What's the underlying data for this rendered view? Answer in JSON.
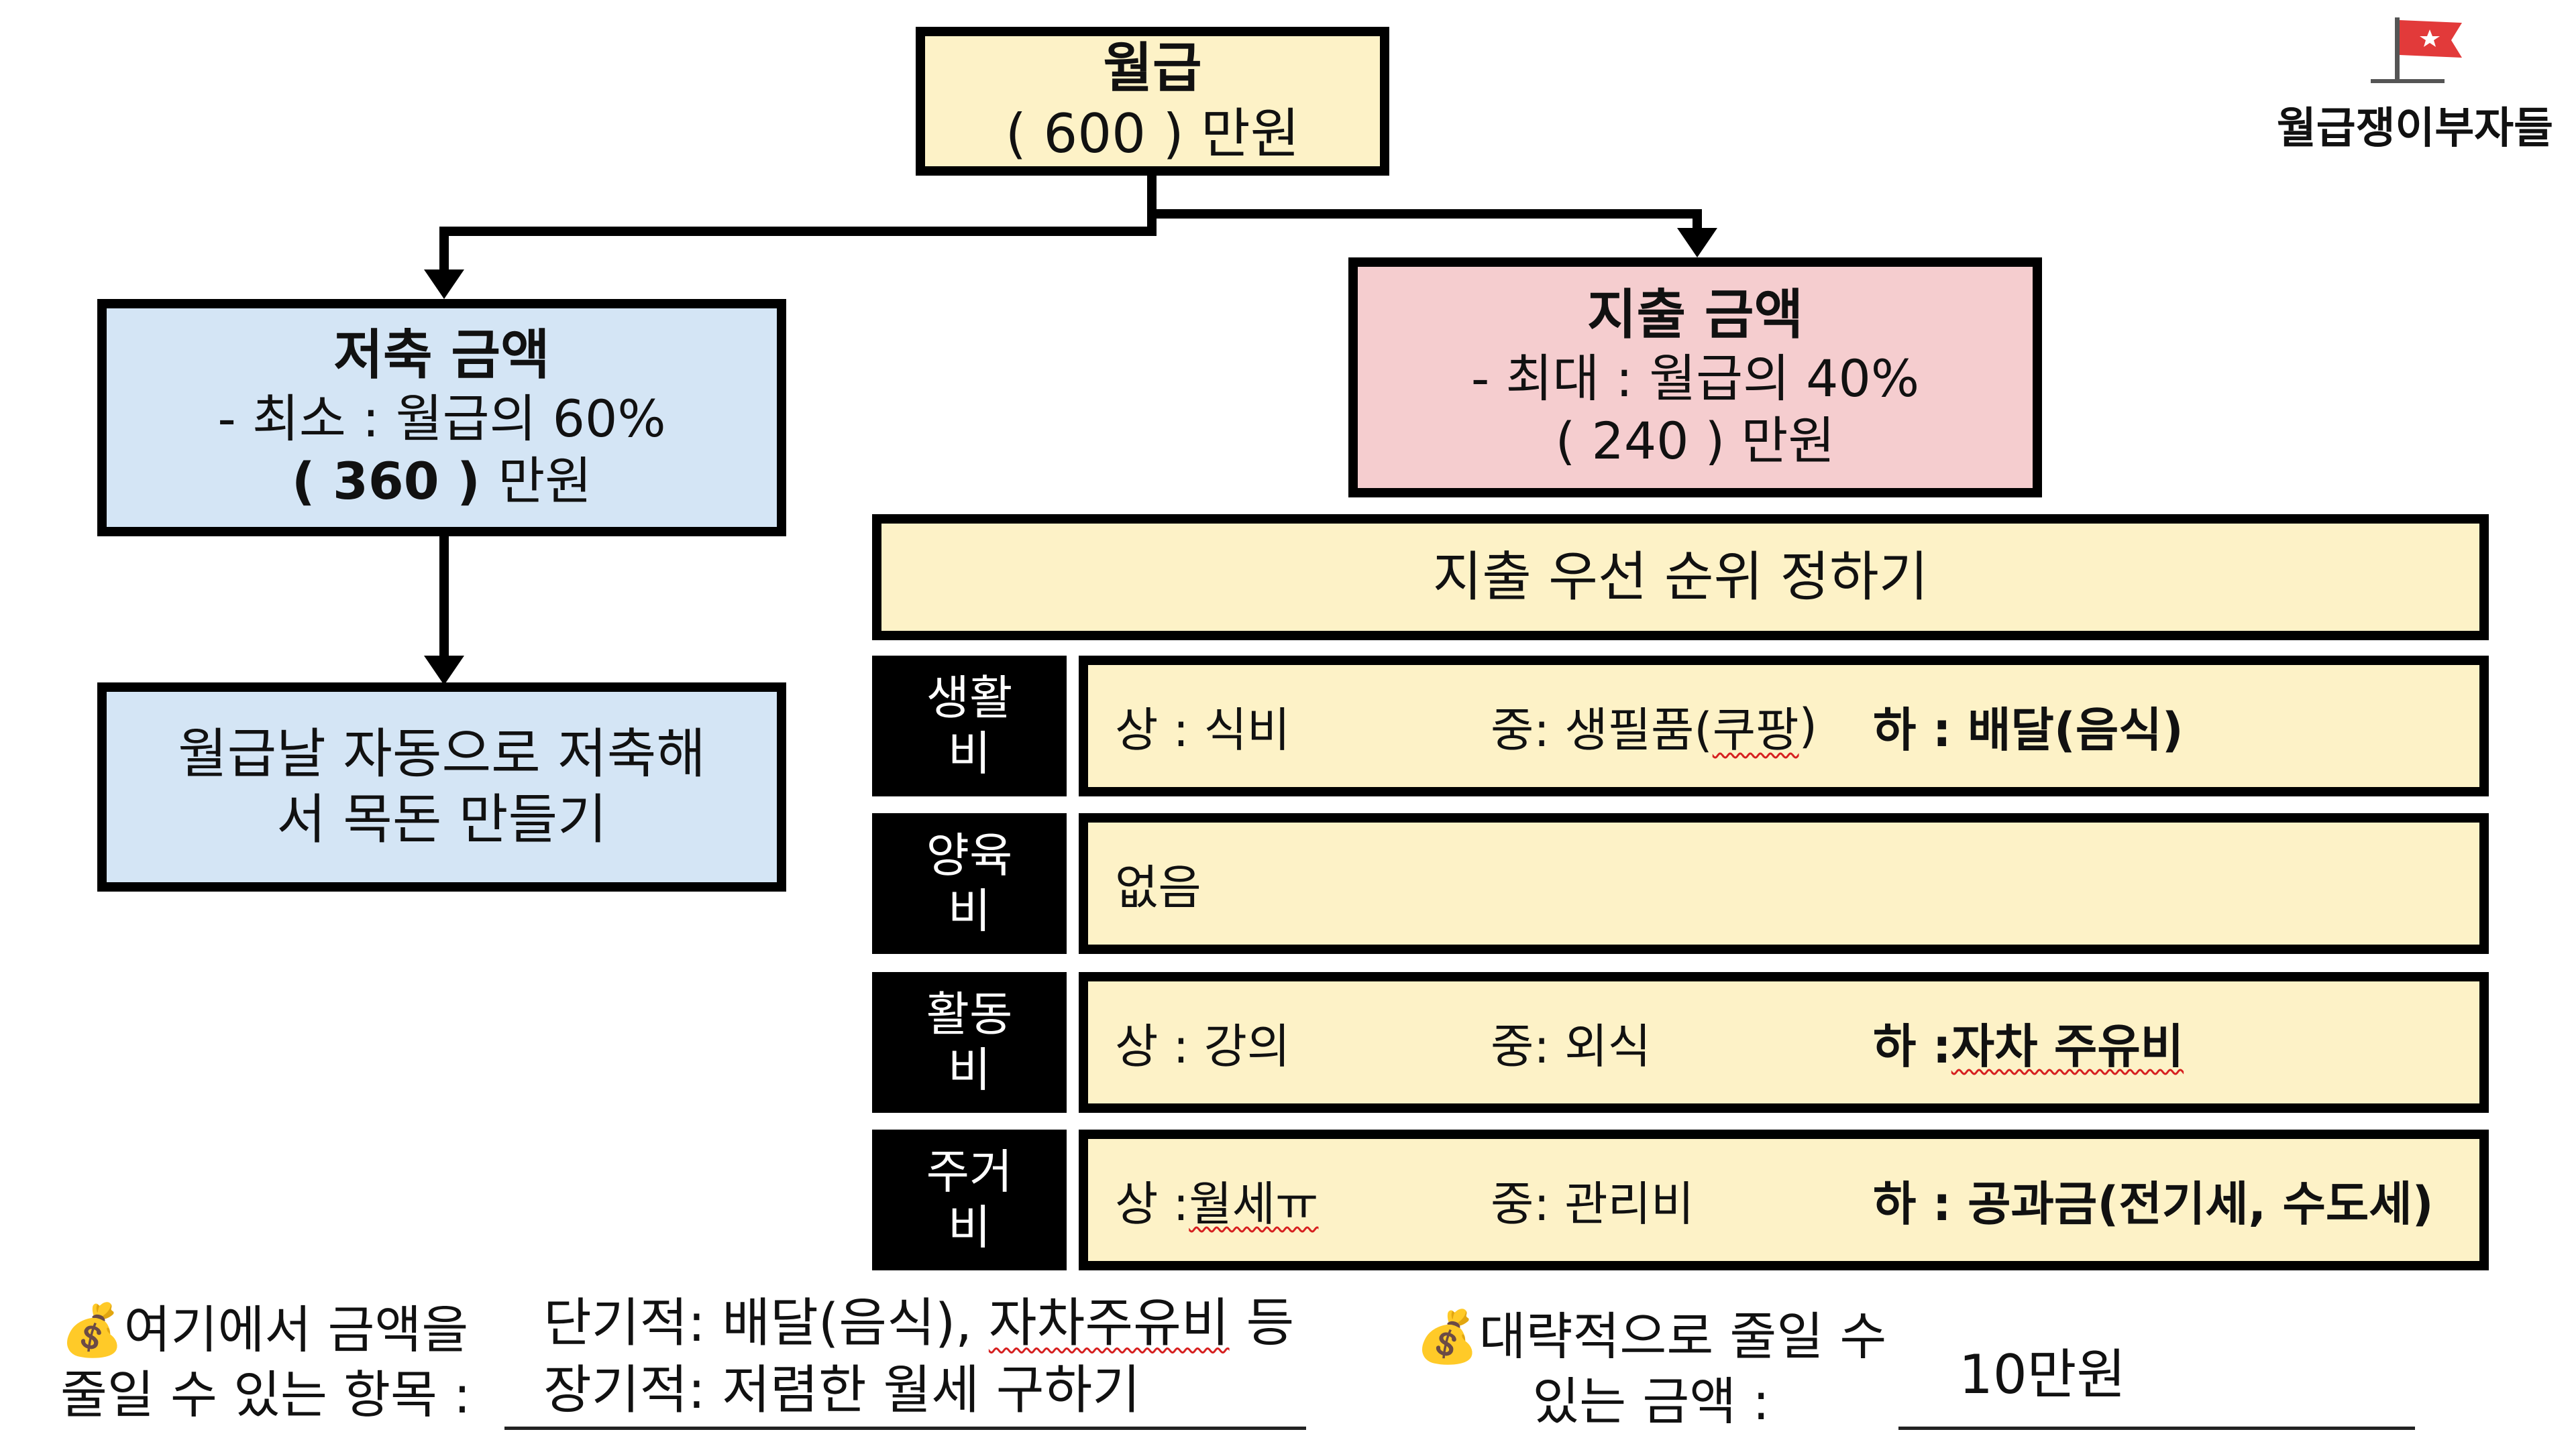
{
  "colors": {
    "salary_fill": "#fdf2c7",
    "savings_fill": "#d4e5f5",
    "spending_fill": "#f5cdcf",
    "priority_fill": "#fdf2c7",
    "flag_red": "#e23a3a"
  },
  "logo": {
    "text": "월급쟁이부자들",
    "icon": "flag-icon"
  },
  "salary": {
    "title": "월급",
    "amount_line": "(  600 ) 만원"
  },
  "savings": {
    "title": "저축 금액",
    "line1": "- 최소 : 월급의 60%",
    "amount_open": "(  360  ) ",
    "amount_unit": "만원"
  },
  "auto_savings": {
    "line1": "월급날 자동으로 저축해",
    "line2": "서 목돈 만들기"
  },
  "spending": {
    "title": "지출 금액",
    "line1": "- 최대 : 월급의 40%",
    "amount_line": "(    240    ) 만원"
  },
  "priority": {
    "header": "지출 우선 순위 정하기",
    "rows": [
      {
        "label_top": "생활",
        "label_bottom": "비",
        "high": "상 :  식비",
        "mid_prefix": "중: 생필품(",
        "mid_wavy": "쿠팡",
        "mid_suffix": ")",
        "low": "하 : 배달(음식)"
      },
      {
        "label_top": "양육",
        "label_bottom": "비",
        "none": "없음"
      },
      {
        "label_top": "활동",
        "label_bottom": "비",
        "high": "상 : 강의",
        "mid": "중: 외식",
        "low_prefix": "하 : ",
        "low_wavy": "자차 주유비"
      },
      {
        "label_top": "주거",
        "label_bottom": "비",
        "high_prefix": "상 :  ",
        "high_wavy": "월세ㅠ",
        "mid": "중:  관리비",
        "low": "하 :  공과금(전기세, 수도세)"
      }
    ]
  },
  "reduce_items": {
    "icon": "money-bag-icon",
    "label_line1": "여기에서 금액을",
    "label_line2": "줄일 수 있는 항목 :",
    "value_line1_prefix": "단기적: 배달(음식), ",
    "value_line1_wavy": "자차주유비",
    "value_line1_suffix": " 등",
    "value_line2": "장기적: 저렴한 월세 구하기"
  },
  "reduce_amount": {
    "icon": "money-bag-icon",
    "label_line1": "대략적으로 줄일 수",
    "label_line2": "있는 금액 :",
    "value": "10만원"
  }
}
